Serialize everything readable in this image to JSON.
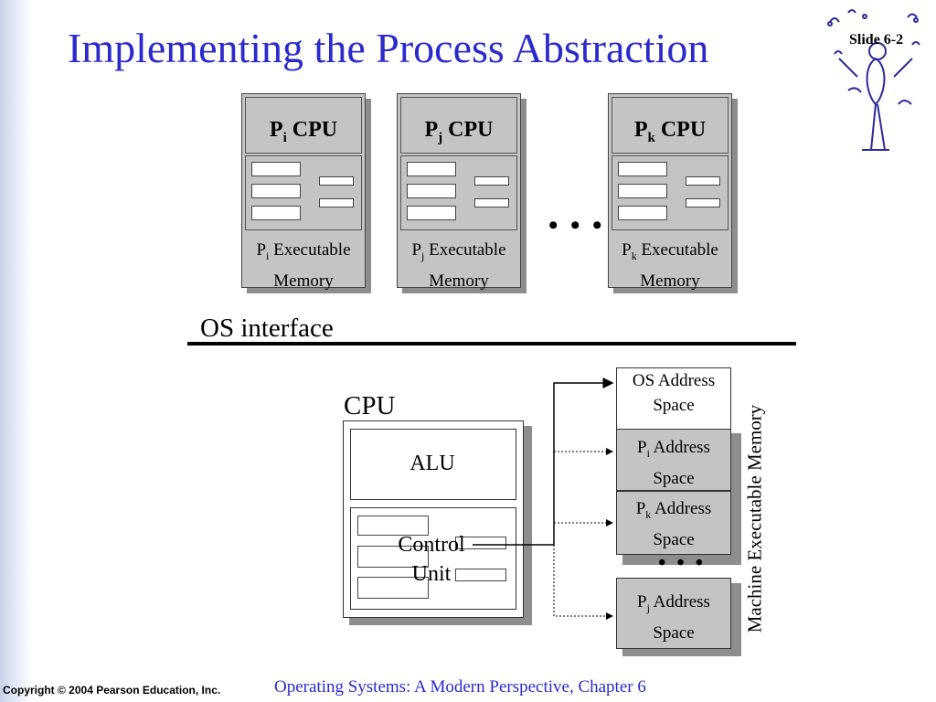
{
  "slide": {
    "title": "Implementing the Process Abstraction",
    "number_label": "Slide 6-2"
  },
  "processes": [
    {
      "cpu_p": "P",
      "cpu_sub": "i",
      "cpu_text": " CPU",
      "mem_p": "P",
      "mem_sub": "i",
      "mem_line1": " Executable",
      "mem_line2": "Memory"
    },
    {
      "cpu_p": "P",
      "cpu_sub": "j",
      "cpu_text": " CPU",
      "mem_p": "P",
      "mem_sub": "j",
      "mem_line1": " Executable",
      "mem_line2": "Memory"
    },
    {
      "cpu_p": "P",
      "cpu_sub": "k",
      "cpu_text": " CPU",
      "mem_p": "P",
      "mem_sub": "k",
      "mem_line1": " Executable",
      "mem_line2": "Memory"
    }
  ],
  "ellipsis": "• • •",
  "os_interface_label": "OS interface",
  "cpu": {
    "label": "CPU",
    "alu_label": "ALU",
    "cu_line1": "Control",
    "cu_line2": "Unit"
  },
  "memory": {
    "os_block": {
      "line1": "OS Address",
      "line2": "Space"
    },
    "blocks": [
      {
        "p": "P",
        "sub": "i",
        "line1": " Address",
        "line2": "Space"
      },
      {
        "p": "P",
        "sub": "k",
        "line1": " Address",
        "line2": "Space"
      },
      {
        "p": "P",
        "sub": "j",
        "line1": " Address",
        "line2": "Space"
      }
    ],
    "vertical_label": "Machine Executable Memory"
  },
  "footer": {
    "copyright": "Copyright © 2004 Pearson Education, Inc.",
    "course": "Operating Systems: A Modern Perspective, Chapter 6"
  },
  "colors": {
    "title": "#2a2acc",
    "box_grey": "#c4c4c4",
    "shadow": "#8d8d8d"
  }
}
